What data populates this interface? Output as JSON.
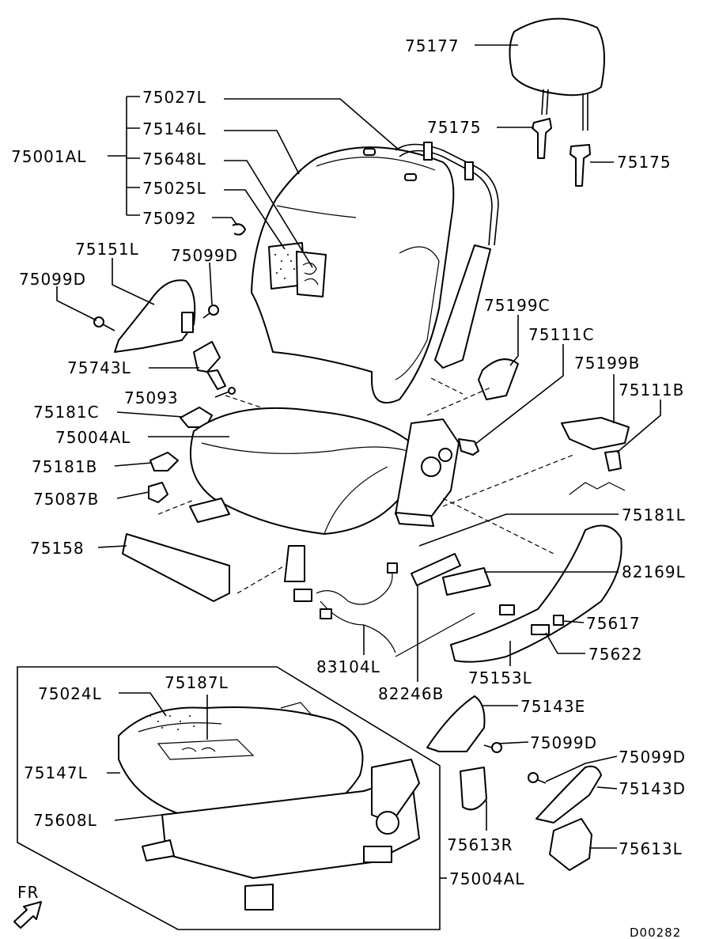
{
  "labels": {
    "l75177": "75177",
    "l75027L": "75027L",
    "l75146L": "75146L",
    "l75001AL": "75001AL",
    "l75648L": "75648L",
    "l75025L": "75025L",
    "l75092": "75092",
    "l75175a": "75175",
    "l75175b": "75175",
    "l75151L": "75151L",
    "l75099Da": "75099D",
    "l75099Db": "75099D",
    "l75743L": "75743L",
    "l75093": "75093",
    "l75181C": "75181C",
    "l75004ALa": "75004AL",
    "l75181B": "75181B",
    "l75087B": "75087B",
    "l75158": "75158",
    "l75199C": "75199C",
    "l75111C": "75111C",
    "l75199B": "75199B",
    "l75111B": "75111B",
    "l75181L": "75181L",
    "l82169L": "82169L",
    "l75617": "75617",
    "l75622": "75622",
    "l75153L": "75153L",
    "l83104L": "83104L",
    "l82246B": "82246B",
    "l75024L": "75024L",
    "l75187L": "75187L",
    "l75147L": "75147L",
    "l75608L": "75608L",
    "l75143E": "75143E",
    "l75099Dc": "75099D",
    "l75099Dd": "75099D",
    "l75143D": "75143D",
    "l75613R": "75613R",
    "l75613L": "75613L",
    "l75004ALb": "75004AL",
    "fr": "FR",
    "code": "D00282"
  }
}
